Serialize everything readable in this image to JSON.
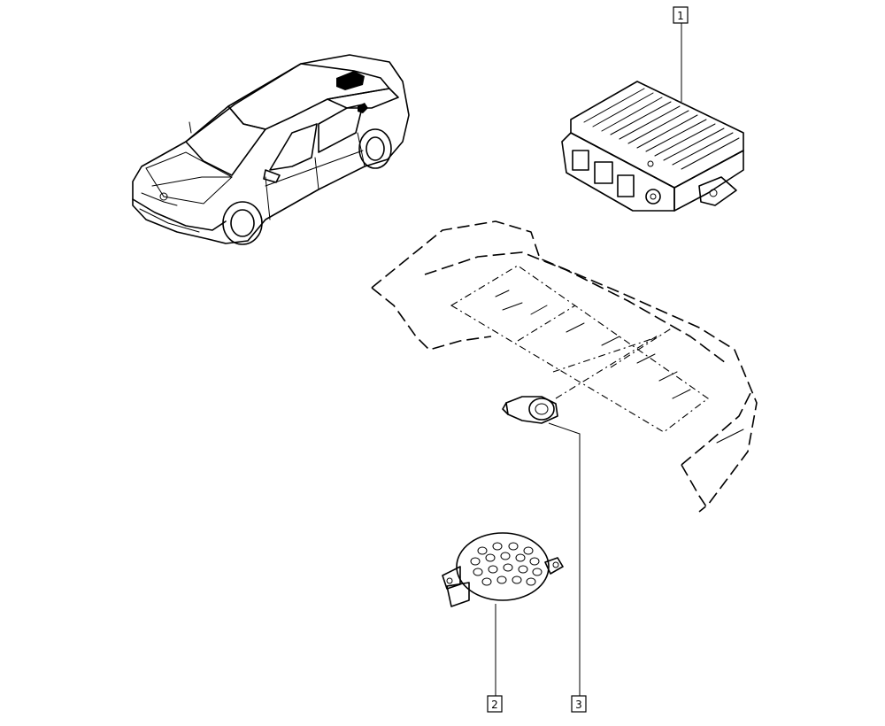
{
  "callouts": [
    {
      "id": "ecu",
      "label": "1"
    },
    {
      "id": "buzzer",
      "label": "2"
    },
    {
      "id": "sensor",
      "label": "3"
    }
  ],
  "colors": {
    "ink": "#000000",
    "paper": "#ffffff"
  }
}
